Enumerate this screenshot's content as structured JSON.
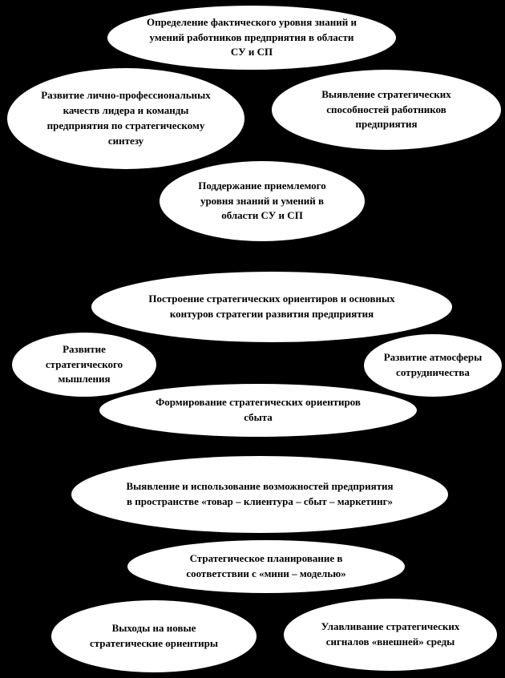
{
  "diagram": {
    "background_color": "#000000",
    "node_fill_color": "#ffffff",
    "node_text_color": "#000000",
    "nodes": [
      {
        "id": "knowledge-assessment",
        "text": "Определение фактического уровня знаний и умений работников предприятия в области СУ и СП"
      },
      {
        "id": "leader-qualities",
        "text": "Развитие лично-профессиональных качеств лидера и команды предприятия по стратегическому  синтезу"
      },
      {
        "id": "strategic-abilities",
        "text": "Выявление стратегических способностей работников предприятия"
      },
      {
        "id": "knowledge-maintenance",
        "text": "Поддержание приемлемого  уровня знаний и умений в области СУ и СП"
      },
      {
        "id": "strategy-contours",
        "text": "Построение стратегических  ориентиров и основных контуров стратегии развития предприятия"
      },
      {
        "id": "strategic-thinking",
        "text": "Развитие стратегического мышления"
      },
      {
        "id": "cooperation-atmosphere",
        "text": "Развитие атмосферы сотрудничества"
      },
      {
        "id": "sales-guidelines",
        "text": "Формирование стратегических ориентиров сбыта"
      },
      {
        "id": "opportunity-use",
        "text": "Выявление и использование возможностей предприятия в пространстве  «товар – клиентура – сбыт – маркетинг»"
      },
      {
        "id": "strategic-planning",
        "text": "Стратегическое планирование в соответствии с «мини – моделью»"
      },
      {
        "id": "new-guidelines",
        "text": "Выходы на новые стратегические ориентиры"
      },
      {
        "id": "external-signals",
        "text": "Улавливание стратегических  сигналов «внешней»  среды"
      }
    ]
  }
}
